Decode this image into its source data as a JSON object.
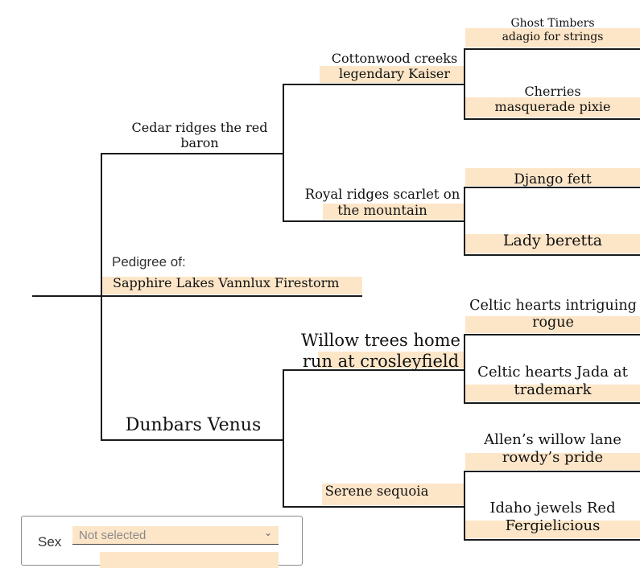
{
  "pedigree": {
    "label": "Pedigree of:",
    "subject": "Sapphire Lakes Vannlux Firestorm",
    "sire": "Cedar ridges the red baron",
    "dam": "Dunbars Venus",
    "sire_sire": {
      "l1": "Cottonwood creeks",
      "l2": "legendary Kaiser"
    },
    "sire_dam": {
      "l1": "Royal ridges scarlet on",
      "l2": "the mountain"
    },
    "dam_sire": {
      "l1": "Willow trees home",
      "l2": "run at crosleyfield"
    },
    "dam_dam": "Serene sequoia",
    "ss_sire": {
      "l1": "Ghost Timbers",
      "l2": "adagio for strings"
    },
    "ss_dam": {
      "l1": "Cherries",
      "l2": "masquerade pixie"
    },
    "sd_sire": "Django fett",
    "sd_dam": "Lady beretta",
    "ds_sire": {
      "l1": "Celtic hearts intriguing",
      "l2": "rogue"
    },
    "ds_dam": {
      "l1": "Celtic hearts Jada at",
      "l2": "trademark"
    },
    "dd_sire": {
      "l1": "Allen’s willow lane",
      "l2": "rowdy’s pride"
    },
    "dd_dam": {
      "l1": "Idaho jewels Red",
      "l2": "Fergielicious"
    }
  },
  "form": {
    "sex_label": "Sex",
    "sex_value": "Not selected"
  }
}
